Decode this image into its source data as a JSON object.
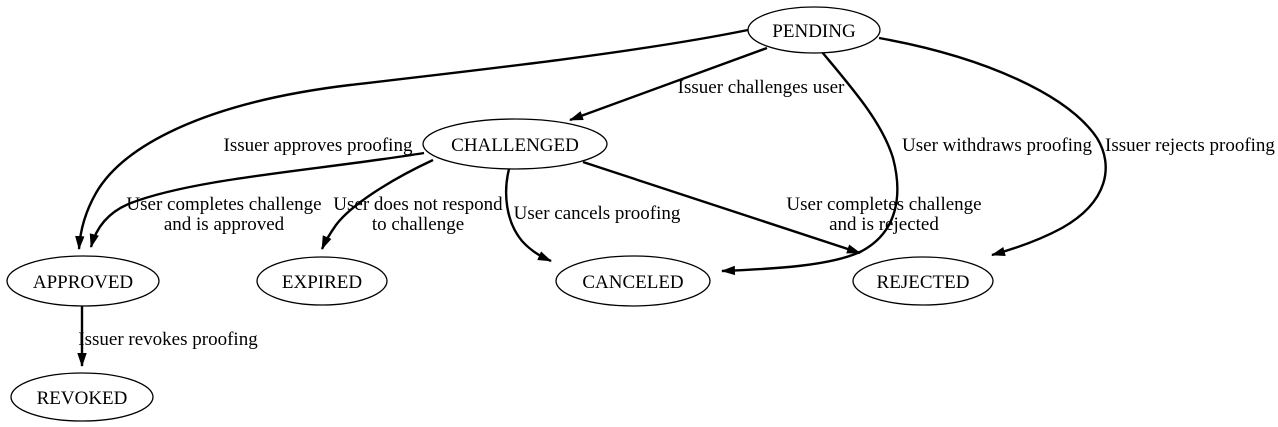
{
  "diagram": {
    "title": "proofing state transition diagram",
    "colors": {
      "background": "#ffffff",
      "stroke": "#000000",
      "node_fill": "#ffffff",
      "text": "#000000"
    },
    "nodes": {
      "pending": {
        "label": "PENDING"
      },
      "challenged": {
        "label": "CHALLENGED"
      },
      "approved": {
        "label": "APPROVED"
      },
      "expired": {
        "label": "EXPIRED"
      },
      "canceled": {
        "label": "CANCELED"
      },
      "rejected": {
        "label": "REJECTED"
      },
      "revoked": {
        "label": "REVOKED"
      }
    },
    "edges": {
      "pending_to_challenged": {
        "from": "PENDING",
        "to": "CHALLENGED",
        "label": "Issuer challenges user"
      },
      "pending_to_approved": {
        "from": "PENDING",
        "to": "APPROVED",
        "label": "Issuer approves proofing"
      },
      "pending_to_canceled": {
        "from": "PENDING",
        "to": "CANCELED",
        "label": "User withdraws proofing"
      },
      "pending_to_rejected": {
        "from": "PENDING",
        "to": "REJECTED",
        "label": "Issuer rejects proofing"
      },
      "challenged_to_approved": {
        "from": "CHALLENGED",
        "to": "APPROVED",
        "line1": "User completes challenge",
        "line2": "and is approved"
      },
      "challenged_to_expired": {
        "from": "CHALLENGED",
        "to": "EXPIRED",
        "line1": "User does not respond",
        "line2": "to challenge"
      },
      "challenged_to_canceled": {
        "from": "CHALLENGED",
        "to": "CANCELED",
        "label": "User cancels proofing"
      },
      "challenged_to_rejected": {
        "from": "CHALLENGED",
        "to": "REJECTED",
        "line1": "User completes challenge",
        "line2": "and is rejected"
      },
      "approved_to_revoked": {
        "from": "APPROVED",
        "to": "REVOKED",
        "label": "Issuer revokes proofing"
      }
    }
  }
}
